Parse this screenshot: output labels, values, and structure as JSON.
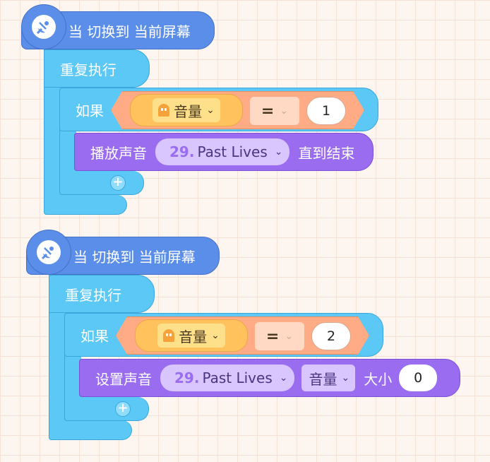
{
  "script1": {
    "hat_label": "当 切换到 当前屏幕",
    "loop_label": "重复执行",
    "if_label": "如果",
    "sensor": "音量",
    "operator": "=",
    "compare_value": "1",
    "action_prefix": "播放声音",
    "sound_num": "29.",
    "sound_name": "Past Lives",
    "action_suffix": "直到结束"
  },
  "script2": {
    "hat_label": "当 切换到 当前屏幕",
    "loop_label": "重复执行",
    "if_label": "如果",
    "sensor": "音量",
    "operator": "=",
    "compare_value": "2",
    "action_prefix": "设置声音",
    "sound_num": "29.",
    "sound_name": "Past Lives",
    "property": "音量",
    "action_middle": "大小",
    "set_value": "0"
  },
  "plus_symbol": "+",
  "chevron": "⌄",
  "icons": {
    "hat": "satellite-dish-icon",
    "sensor": "ghost-icon",
    "dropdown": "chevron-down-icon",
    "add": "plus-icon"
  },
  "colors": {
    "event": "#5b8ee8",
    "control": "#5bc8f5",
    "condition": "#ffab85",
    "sensor": "#ffc25c",
    "sound": "#9a6cf0"
  }
}
